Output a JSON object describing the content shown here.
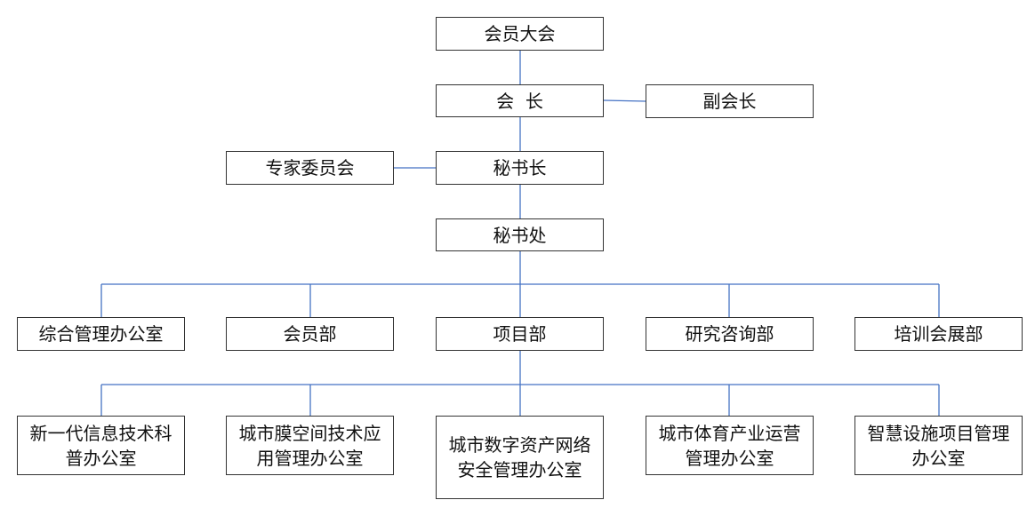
{
  "colors": {
    "line": "#4472c4",
    "border": "#333333",
    "text": "#111111"
  },
  "nodes": {
    "general_assembly": "会员大会",
    "president": "会  长",
    "vice_president": "副会长",
    "expert_committee": "专家委员会",
    "secretary_general": "秘书长",
    "secretariat": "秘书处",
    "dept_admin": "综合管理办公室",
    "dept_member": "会员部",
    "dept_project": "项目部",
    "dept_research": "研究咨询部",
    "dept_training": "培训会展部",
    "office_it": "新一代信息技术科普办公室",
    "office_membrane": "城市膜空间技术应用管理办公室",
    "office_digital": "城市数字资产网络安全管理办公室",
    "office_sports": "城市体育产业运营管理办公室",
    "office_smart": "智慧设施项目管理办公室"
  }
}
